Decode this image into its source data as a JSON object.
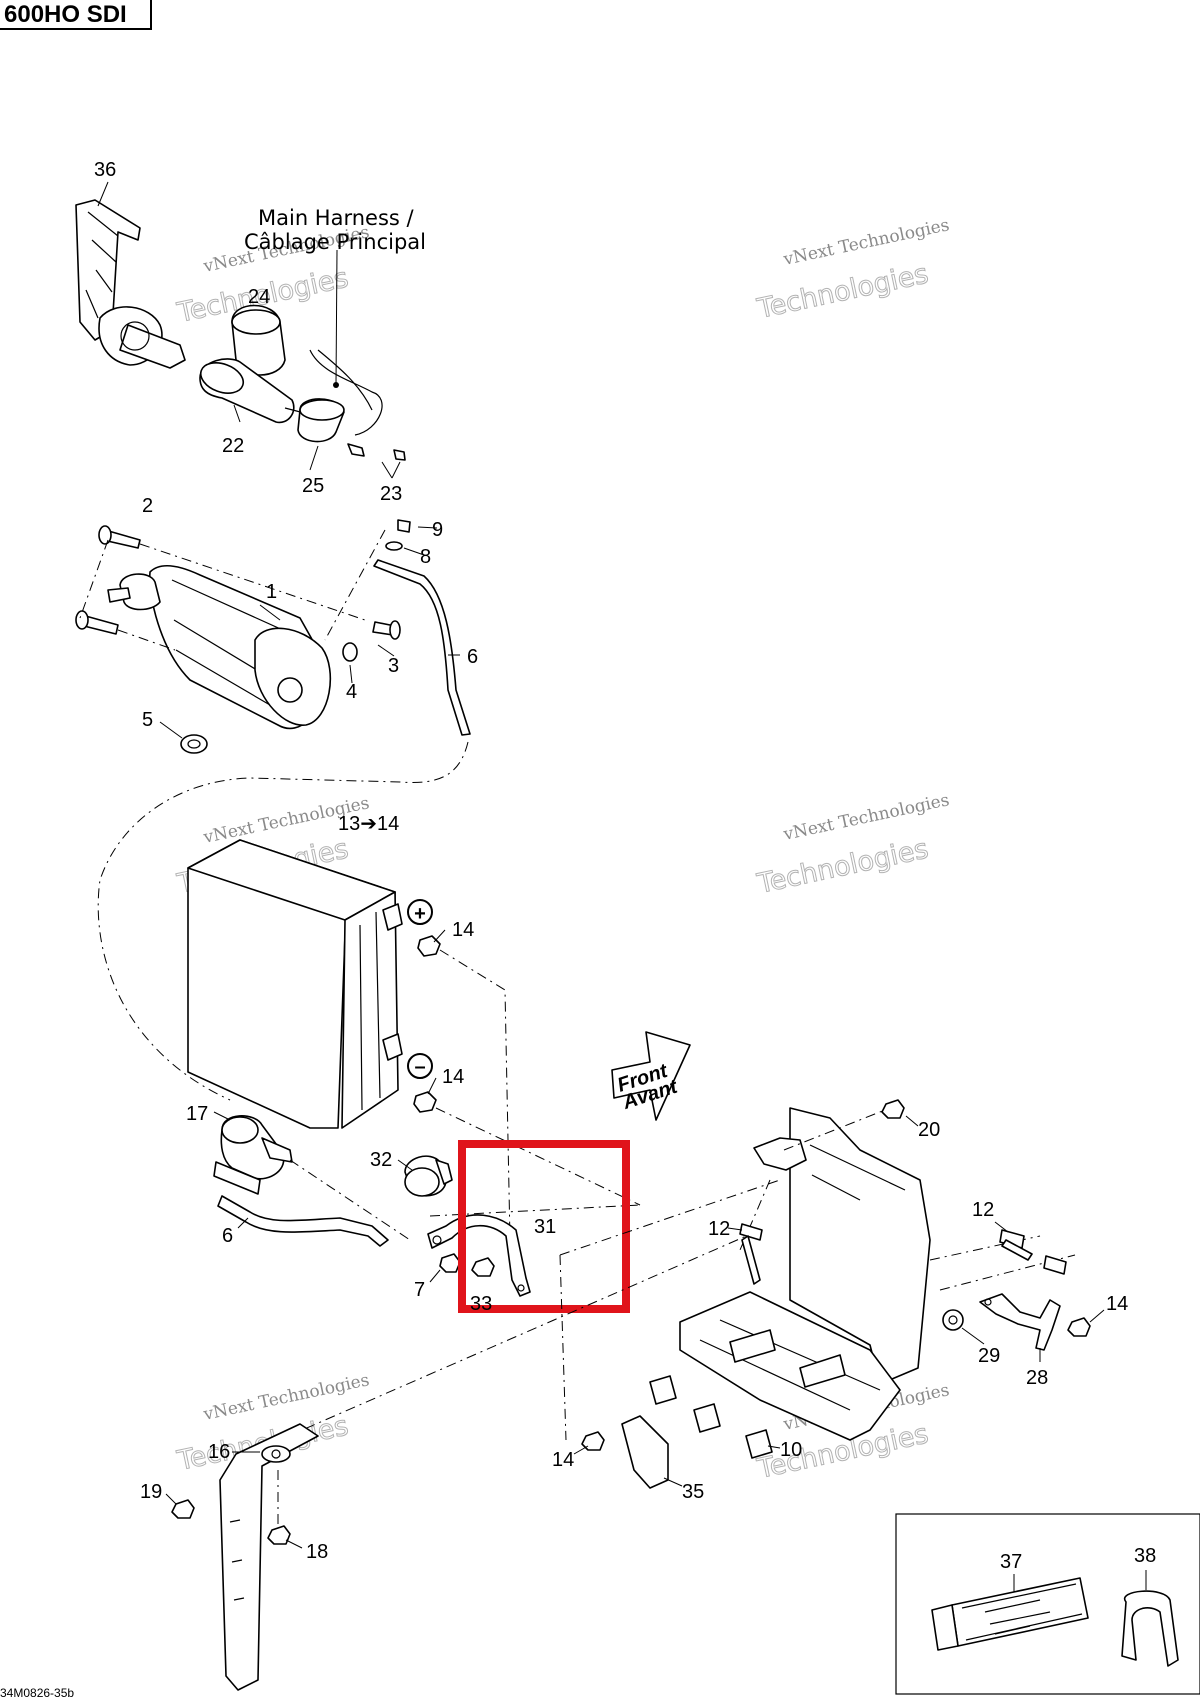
{
  "model": "600HO SDI",
  "harness_label": [
    "Main Harness /",
    "Câblage Principal"
  ],
  "front_arrow": [
    "Front",
    "Avant"
  ],
  "battery_terminals": {
    "positive": "+",
    "negative": "–"
  },
  "battery_kit_label": "13➔14",
  "doc_code": "34M0826-35b",
  "watermark": {
    "line1": "vNext Technologies",
    "line2": "Technologies",
    "line3": "vNext"
  },
  "callouts": {
    "c36": "36",
    "c24": "24",
    "c22": "22",
    "c25": "25",
    "c23": "23",
    "c2": "2",
    "c9": "9",
    "c8": "8",
    "c1": "1",
    "c6a": "6",
    "c3": "3",
    "c4": "4",
    "c5": "5",
    "c14a": "14",
    "c14b": "14",
    "c17": "17",
    "c32": "32",
    "c31": "31",
    "c6b": "6",
    "c7": "7",
    "c33": "33",
    "c20": "20",
    "c12a": "12",
    "c12b": "12",
    "c14c": "14",
    "c29": "29",
    "c28": "28",
    "c14d": "14",
    "c35": "35",
    "c10": "10",
    "c16": "16",
    "c19": "19",
    "c18": "18",
    "c37": "37",
    "c38": "38"
  },
  "highlight_color": "#e0141b"
}
